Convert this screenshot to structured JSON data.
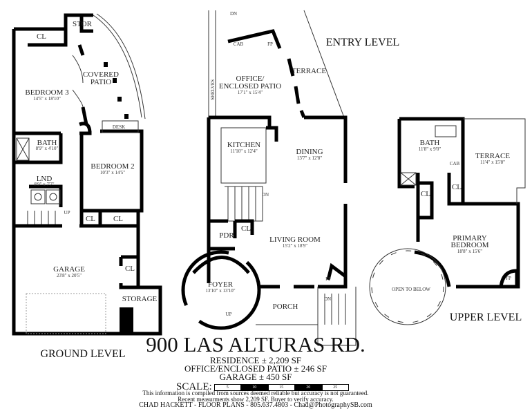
{
  "levels": {
    "ground": {
      "title": "GROUND LEVEL",
      "rooms": {
        "cl_top": "CL",
        "stor": "STOR",
        "covered_patio_1": "COVERED",
        "covered_patio_2": "PATIO",
        "bedroom3": "BEDROOM 3",
        "bedroom3_dim": "14'5\" x 18'10\"",
        "desk": "DESK",
        "bath": "BATH",
        "bath_dim": "8'9\" x 4'10\"",
        "bedroom2": "BEDROOM 2",
        "bedroom2_dim": "10'3\" x 14'5\"",
        "lnd": "LND",
        "lnd_dim": "8'9\" x 7'7\"",
        "up": "UP",
        "cl_a": "CL",
        "cl_b": "CL",
        "garage": "GARAGE",
        "garage_dim": "23'8\" x 20'5\"",
        "cl_garage": "CL",
        "storage": "STORAGE"
      }
    },
    "entry": {
      "title": "ENTRY LEVEL",
      "rooms": {
        "dn_top": "DN",
        "cab": "CAB",
        "fp_office": "FP",
        "terrace": "TERRACE",
        "shelves": "SHELVES",
        "office_1": "OFFICE/",
        "office_2": "ENCLOSED PATIO",
        "office_dim": "17'1\" x 15'4\"",
        "kitchen": "KITCHEN",
        "kitchen_dim": "11'10\" x 12'4\"",
        "dining": "DINING",
        "dining_dim": "13'7\" x 12'8\"",
        "dn_stairs": "DN",
        "pdr": "PDR",
        "cl": "CL",
        "living": "LIVING ROOM",
        "living_dim": "15'2\" x 18'9\"",
        "foyer": "FOYER",
        "foyer_dim": "13'10\" x 13'10\"",
        "up": "UP",
        "fp_living": "FP",
        "porch": "PORCH",
        "dn_porch": "DN"
      }
    },
    "upper": {
      "title": "UPPER LEVEL",
      "rooms": {
        "bath": "BATH",
        "bath_dim": "11'8\" x 9'0\"",
        "cab": "CAB",
        "terrace": "TERRACE",
        "terrace_dim": "11'4\" x 15'8\"",
        "cl_a": "CL",
        "cl_b": "CL",
        "primary_1": "PRIMARY",
        "primary_2": "BEDROOM",
        "primary_dim": "18'8\" x 15'6\"",
        "open": "OPEN TO BELOW",
        "fp": "FP"
      }
    }
  },
  "info": {
    "address": "900 LAS ALTURAS RD.",
    "residence": "RESIDENCE ± 2,209 SF",
    "office": "OFFICE/ENCLOSED PATIO ± 246 SF",
    "garage": "GARAGE ± 450 SF",
    "scale_label": "SCALE:",
    "scale_ticks": [
      "5",
      "10",
      "15",
      "20",
      "25"
    ],
    "disclaimer_1": "This information is compiled from sources deemed reliable but accuracy is not guaranteed.",
    "disclaimer_2": "Recent measurments show 2,209 SF. Buyer to verify accuracy.",
    "credit": "CHAD HACKETT - FLOOR PLANS - 805.637.4803 - Chad@PhotographySB.com"
  }
}
